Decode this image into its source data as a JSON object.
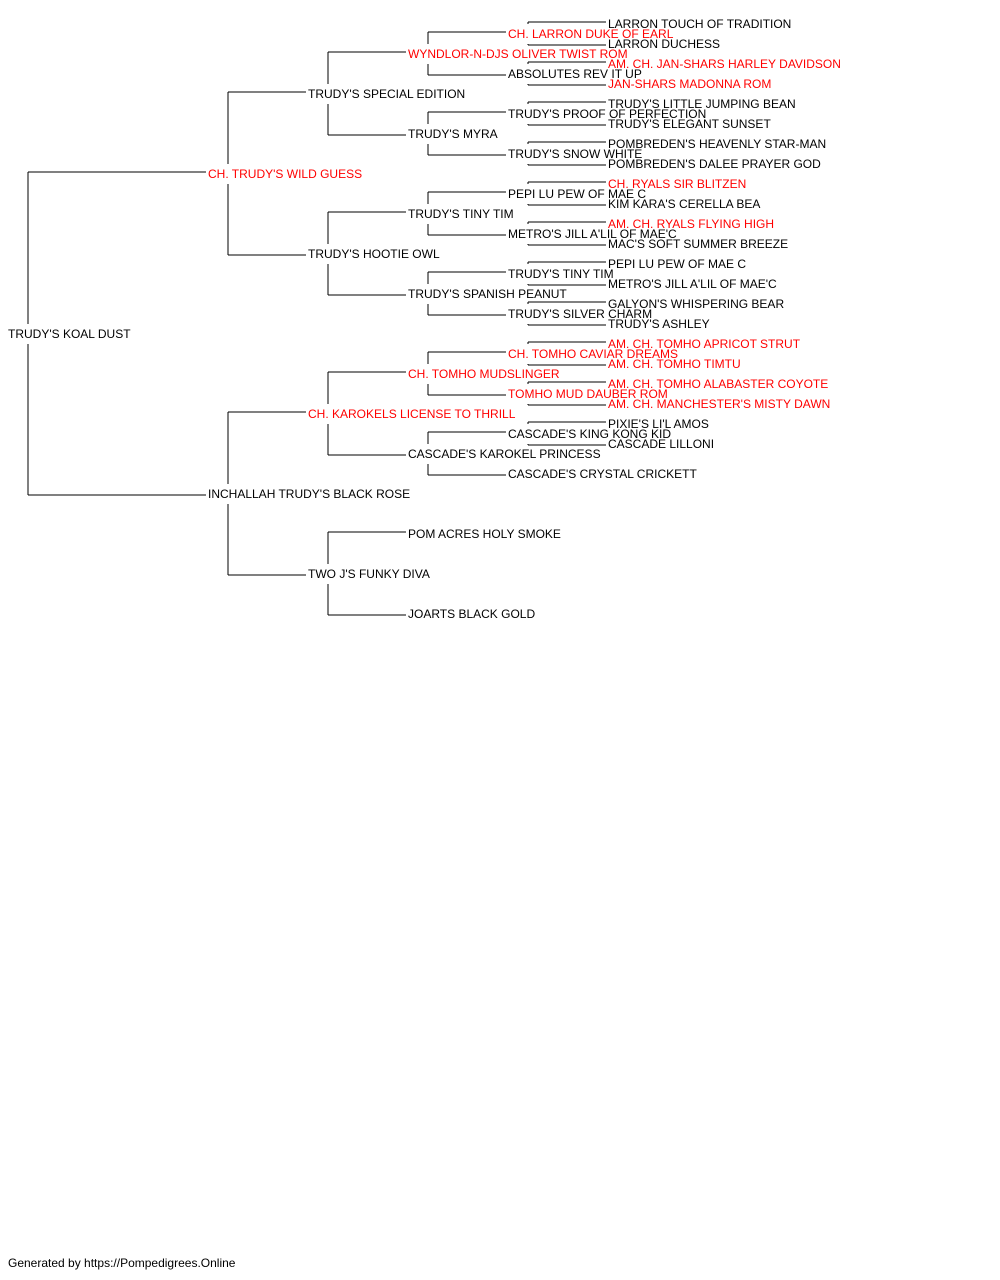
{
  "colors": {
    "champion": "#ff0000",
    "normal": "#000000",
    "line": "#000000"
  },
  "subject": {
    "name": "TRUDY'S KOAL DUST",
    "champion": false,
    "sire": {
      "name": "CH. TRUDY'S WILD GUESS",
      "champion": true,
      "sire": {
        "name": "TRUDY'S SPECIAL EDITION",
        "champion": false,
        "sire": {
          "name": "WYNDLOR-N-DJS OLIVER TWIST ROM",
          "champion": true,
          "sire": {
            "name": "CH. LARRON DUKE OF EARL",
            "champion": true,
            "sire": {
              "name": "LARRON TOUCH OF TRADITION",
              "champion": false
            },
            "dam": {
              "name": "LARRON DUCHESS",
              "champion": false
            }
          },
          "dam": {
            "name": "ABSOLUTES REV IT UP",
            "champion": false,
            "sire": {
              "name": "AM. CH. JAN-SHARS HARLEY DAVIDSON",
              "champion": true
            },
            "dam": {
              "name": "JAN-SHARS MADONNA ROM",
              "champion": true
            }
          }
        },
        "dam": {
          "name": "TRUDY'S MYRA",
          "champion": false,
          "sire": {
            "name": "TRUDY'S PROOF OF PERFECTION",
            "champion": false,
            "sire": {
              "name": "TRUDY'S LITTLE JUMPING BEAN",
              "champion": false
            },
            "dam": {
              "name": "TRUDY'S ELEGANT SUNSET",
              "champion": false
            }
          },
          "dam": {
            "name": "TRUDY'S SNOW WHITE",
            "champion": false,
            "sire": {
              "name": "POMBREDEN'S HEAVENLY STAR-MAN",
              "champion": false
            },
            "dam": {
              "name": "POMBREDEN'S DALEE PRAYER GOD",
              "champion": false
            }
          }
        }
      },
      "dam": {
        "name": "TRUDY'S HOOTIE OWL",
        "champion": false,
        "sire": {
          "name": "TRUDY'S TINY TIM",
          "champion": false,
          "sire": {
            "name": "PEPI LU PEW OF MAE C",
            "champion": false,
            "sire": {
              "name": "CH. RYALS SIR BLITZEN",
              "champion": true
            },
            "dam": {
              "name": "KIM KARA'S CERELLA BEA",
              "champion": false
            }
          },
          "dam": {
            "name": "METRO'S JILL A'LIL OF MAE'C",
            "champion": false,
            "sire": {
              "name": "AM. CH. RYALS FLYING HIGH",
              "champion": true
            },
            "dam": {
              "name": "MAC'S SOFT SUMMER BREEZE",
              "champion": false
            }
          }
        },
        "dam": {
          "name": "TRUDY'S SPANISH PEANUT",
          "champion": false,
          "sire": {
            "name": "TRUDY'S TINY TIM",
            "champion": false,
            "sire": {
              "name": "PEPI LU PEW OF MAE C",
              "champion": false
            },
            "dam": {
              "name": "METRO'S JILL A'LIL OF MAE'C",
              "champion": false
            }
          },
          "dam": {
            "name": "TRUDY'S SILVER CHARM",
            "champion": false,
            "sire": {
              "name": "GALYON'S WHISPERING BEAR",
              "champion": false
            },
            "dam": {
              "name": "TRUDY'S ASHLEY",
              "champion": false
            }
          }
        }
      }
    },
    "dam": {
      "name": "INCHALLAH TRUDY'S BLACK ROSE",
      "champion": false,
      "sire": {
        "name": "CH. KAROKELS LICENSE TO THRILL",
        "champion": true,
        "sire": {
          "name": "CH. TOMHO MUDSLINGER",
          "champion": true,
          "sire": {
            "name": "CH. TOMHO CAVIAR DREAMS",
            "champion": true,
            "sire": {
              "name": "AM. CH. TOMHO APRICOT STRUT",
              "champion": true
            },
            "dam": {
              "name": "AM. CH. TOMHO TIMTU",
              "champion": true
            }
          },
          "dam": {
            "name": "TOMHO MUD DAUBER ROM",
            "champion": true,
            "sire": {
              "name": "AM. CH. TOMHO ALABASTER COYOTE",
              "champion": true
            },
            "dam": {
              "name": "AM. CH. MANCHESTER'S MISTY DAWN",
              "champion": true
            }
          }
        },
        "dam": {
          "name": "CASCADE'S KAROKEL PRINCESS",
          "champion": false,
          "sire": {
            "name": "CASCADE'S KING KONG KID",
            "champion": false,
            "sire": {
              "name": "PIXIE'S LI'L AMOS",
              "champion": false
            },
            "dam": {
              "name": "CASCADE LILLONI",
              "champion": false
            }
          },
          "dam": {
            "name": "CASCADE'S CRYSTAL CRICKETT",
            "champion": false
          }
        }
      },
      "dam": {
        "name": "TWO J'S FUNKY DIVA",
        "champion": false,
        "sire": {
          "name": "POM ACRES HOLY SMOKE",
          "champion": false
        },
        "dam": {
          "name": "JOARTS BLACK GOLD",
          "champion": false
        }
      }
    }
  },
  "footer": {
    "text": "Generated by https://Pompedigrees.Online"
  }
}
